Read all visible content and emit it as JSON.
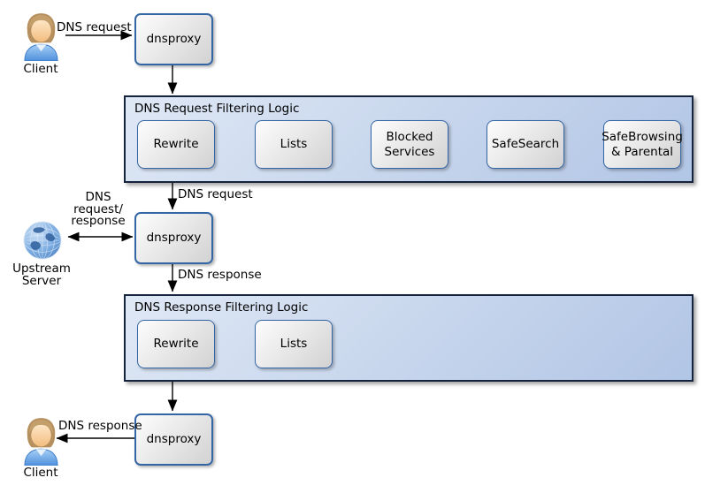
{
  "diagram": {
    "colors": {
      "background": "#ffffff",
      "box_border": "#3465a4",
      "box_fill_light": "#fdfdfd",
      "box_fill_dark": "#d2d2d2",
      "container_border": "#16233c",
      "container_fill_light": "#dfe8f5",
      "container_fill_dark": "#b1c5e5",
      "arrow": "#000000",
      "person_hair": "#b5905e",
      "person_shirt": "#5a99e2",
      "globe_blue": "#4a80c8"
    },
    "actors": {
      "client_top": {
        "label": "Client",
        "icon": "person-icon"
      },
      "upstream": {
        "label": "Upstream\nServer",
        "icon": "globe-icon"
      },
      "client_bottom": {
        "label": "Client",
        "icon": "person-icon"
      }
    },
    "nodes": {
      "dnsproxy1": {
        "label": "dnsproxy"
      },
      "dnsproxy2": {
        "label": "dnsproxy"
      },
      "dnsproxy3": {
        "label": "dnsproxy"
      }
    },
    "containers": {
      "request": {
        "title": "DNS Request Filtering Logic",
        "steps": [
          {
            "label": "Rewrite"
          },
          {
            "label": "Lists"
          },
          {
            "label": "Blocked\nServices"
          },
          {
            "label": "SafeSearch"
          },
          {
            "label": "SafeBrowsing\n& Parental"
          }
        ]
      },
      "response": {
        "title": "DNS Response Filtering Logic",
        "steps": [
          {
            "label": "Rewrite"
          },
          {
            "label": "Lists"
          }
        ]
      }
    },
    "edge_labels": {
      "client_to_dnsproxy": "DNS request",
      "filter_in": "DNS request",
      "upstream_link": "DNS\nrequest/\nresponse",
      "filter_out": "DNS response",
      "dnsproxy_to_client": "DNS response"
    }
  }
}
